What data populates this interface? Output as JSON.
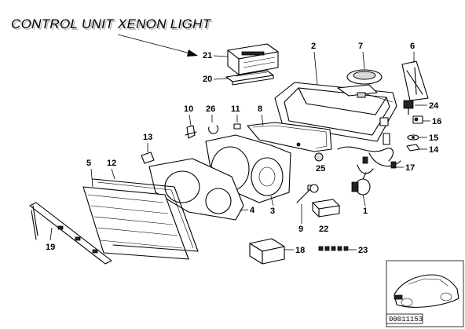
{
  "title": "CONTROL UNIT XENON LIGHT",
  "doc_code": "00011153",
  "labels": {
    "p1": "1",
    "p2": "2",
    "p3": "3",
    "p4": "4",
    "p5": "5",
    "p6": "6",
    "p7": "7",
    "p8": "8",
    "p9": "9",
    "p10": "10",
    "p11": "11",
    "p12": "12",
    "p13": "13",
    "p14": "14",
    "p15": "15",
    "p16": "16",
    "p17": "17",
    "p18": "18",
    "p19": "19",
    "p20": "20",
    "p21": "21",
    "p22": "22",
    "p23": "23",
    "p24": "24",
    "p25": "25",
    "p26": "26"
  }
}
